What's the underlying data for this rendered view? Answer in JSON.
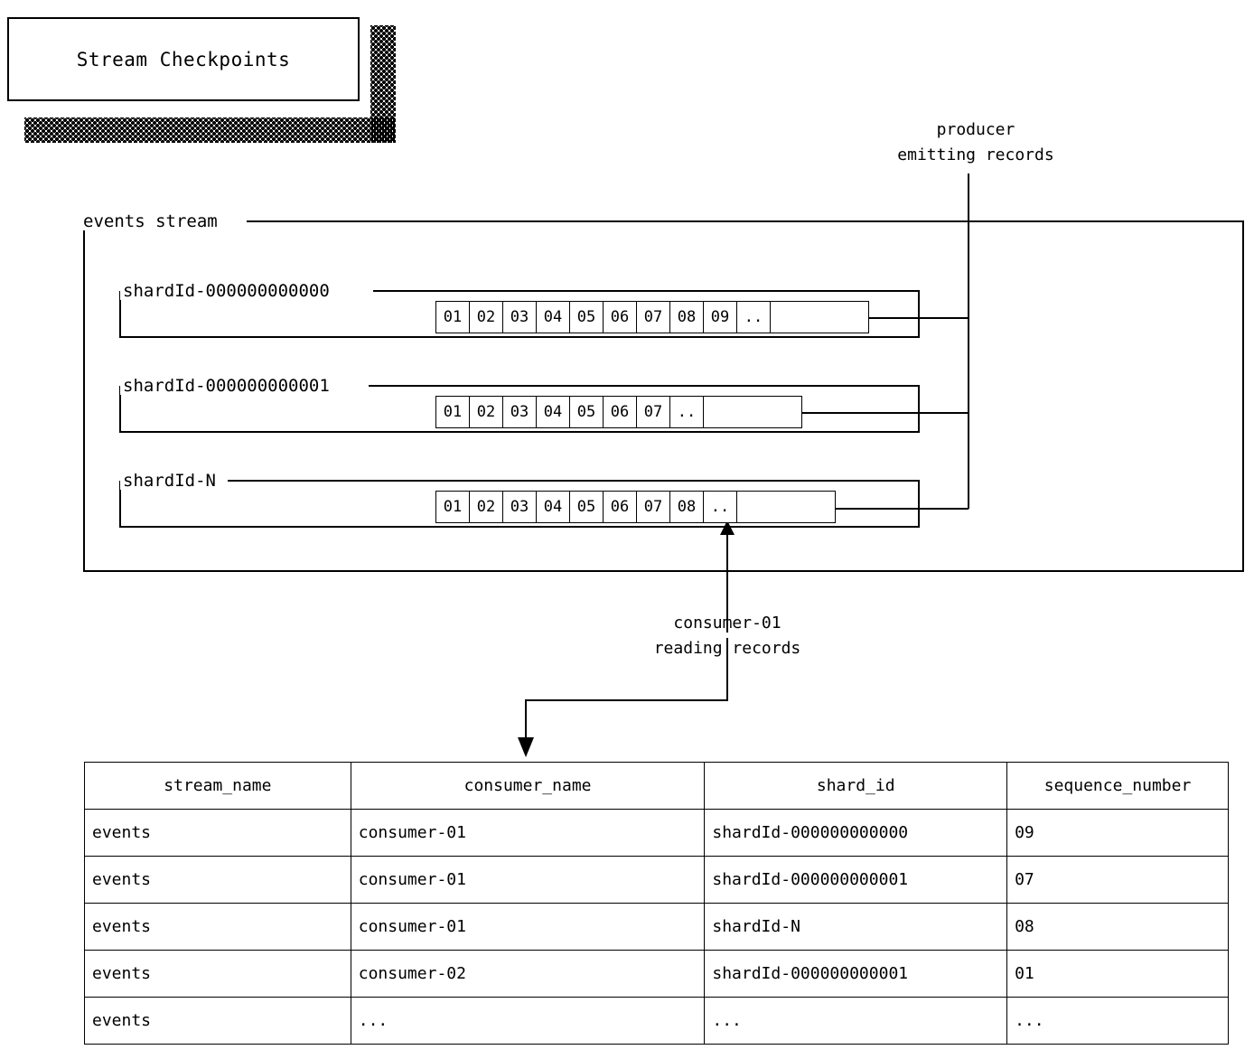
{
  "title": {
    "text": "Stream Checkpoints"
  },
  "diagram": {
    "stream_label": "events stream",
    "shards": [
      {
        "label": "shardId-000000000000",
        "records": [
          "01",
          "02",
          "03",
          "04",
          "05",
          "06",
          "07",
          "08",
          "09",
          ".."
        ]
      },
      {
        "label": "shardId-000000000001",
        "records": [
          "01",
          "02",
          "03",
          "04",
          "05",
          "06",
          "07",
          ".."
        ]
      },
      {
        "label": "shardId-N",
        "records": [
          "01",
          "02",
          "03",
          "04",
          "05",
          "06",
          "07",
          "08",
          ".."
        ]
      }
    ],
    "producer_callout": "producer\nemitting records",
    "consumer_callout": "consumer-01\nreading records"
  },
  "table": {
    "headers": [
      "stream_name",
      "consumer_name",
      "shard_id",
      "sequence_number"
    ],
    "rows": [
      [
        "events",
        "consumer-01",
        "shardId-000000000000",
        "09"
      ],
      [
        "events",
        "consumer-01",
        "shardId-000000000001",
        "07"
      ],
      [
        "events",
        "consumer-01",
        "shardId-N",
        "08"
      ],
      [
        "events",
        "consumer-02",
        "shardId-000000000001",
        "01"
      ],
      [
        "events",
        "...",
        "...",
        "..."
      ]
    ]
  },
  "colors": {
    "line": "#000000",
    "background": "#ffffff",
    "text": "#000000"
  }
}
